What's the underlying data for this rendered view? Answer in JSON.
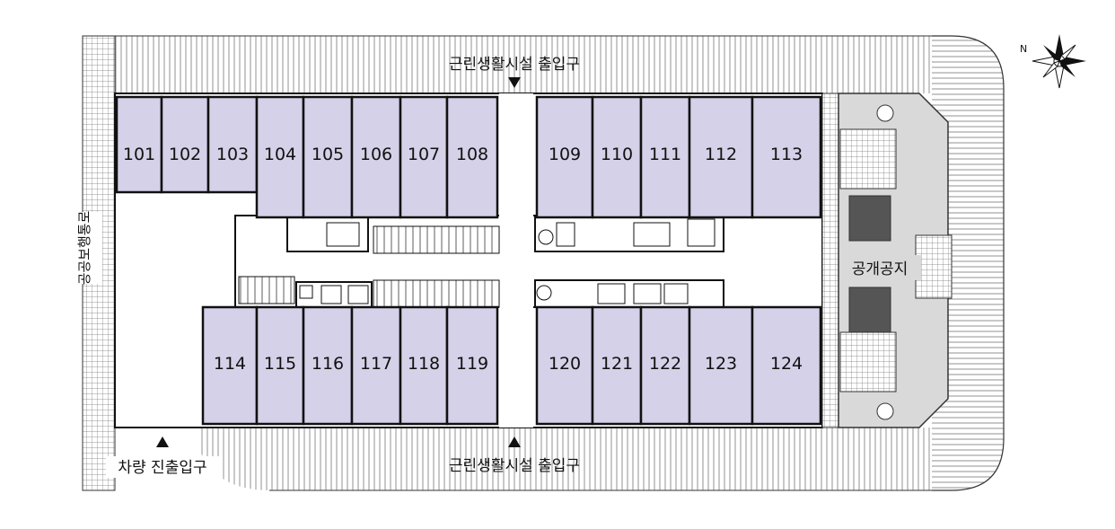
{
  "entrances": {
    "top": "근린생활시설 출입구",
    "bottom": "근린생활시설 출입구",
    "vehicle": "차량 진출입구"
  },
  "side_label": "공공보행통로",
  "open_space_label": "공개공지",
  "units_top": [
    "101",
    "102",
    "103",
    "104",
    "105",
    "106",
    "107",
    "108",
    "109",
    "110",
    "111",
    "112",
    "113"
  ],
  "units_bottom": [
    "114",
    "115",
    "116",
    "117",
    "118",
    "119",
    "120",
    "121",
    "122",
    "123",
    "124"
  ],
  "compass": {
    "icon": "compass-rose-icon",
    "label": "N"
  },
  "colors": {
    "unit_fill": "#d4d1e8",
    "wall": "#111111",
    "line": "#555555",
    "open_space": "#d9d9d9"
  }
}
